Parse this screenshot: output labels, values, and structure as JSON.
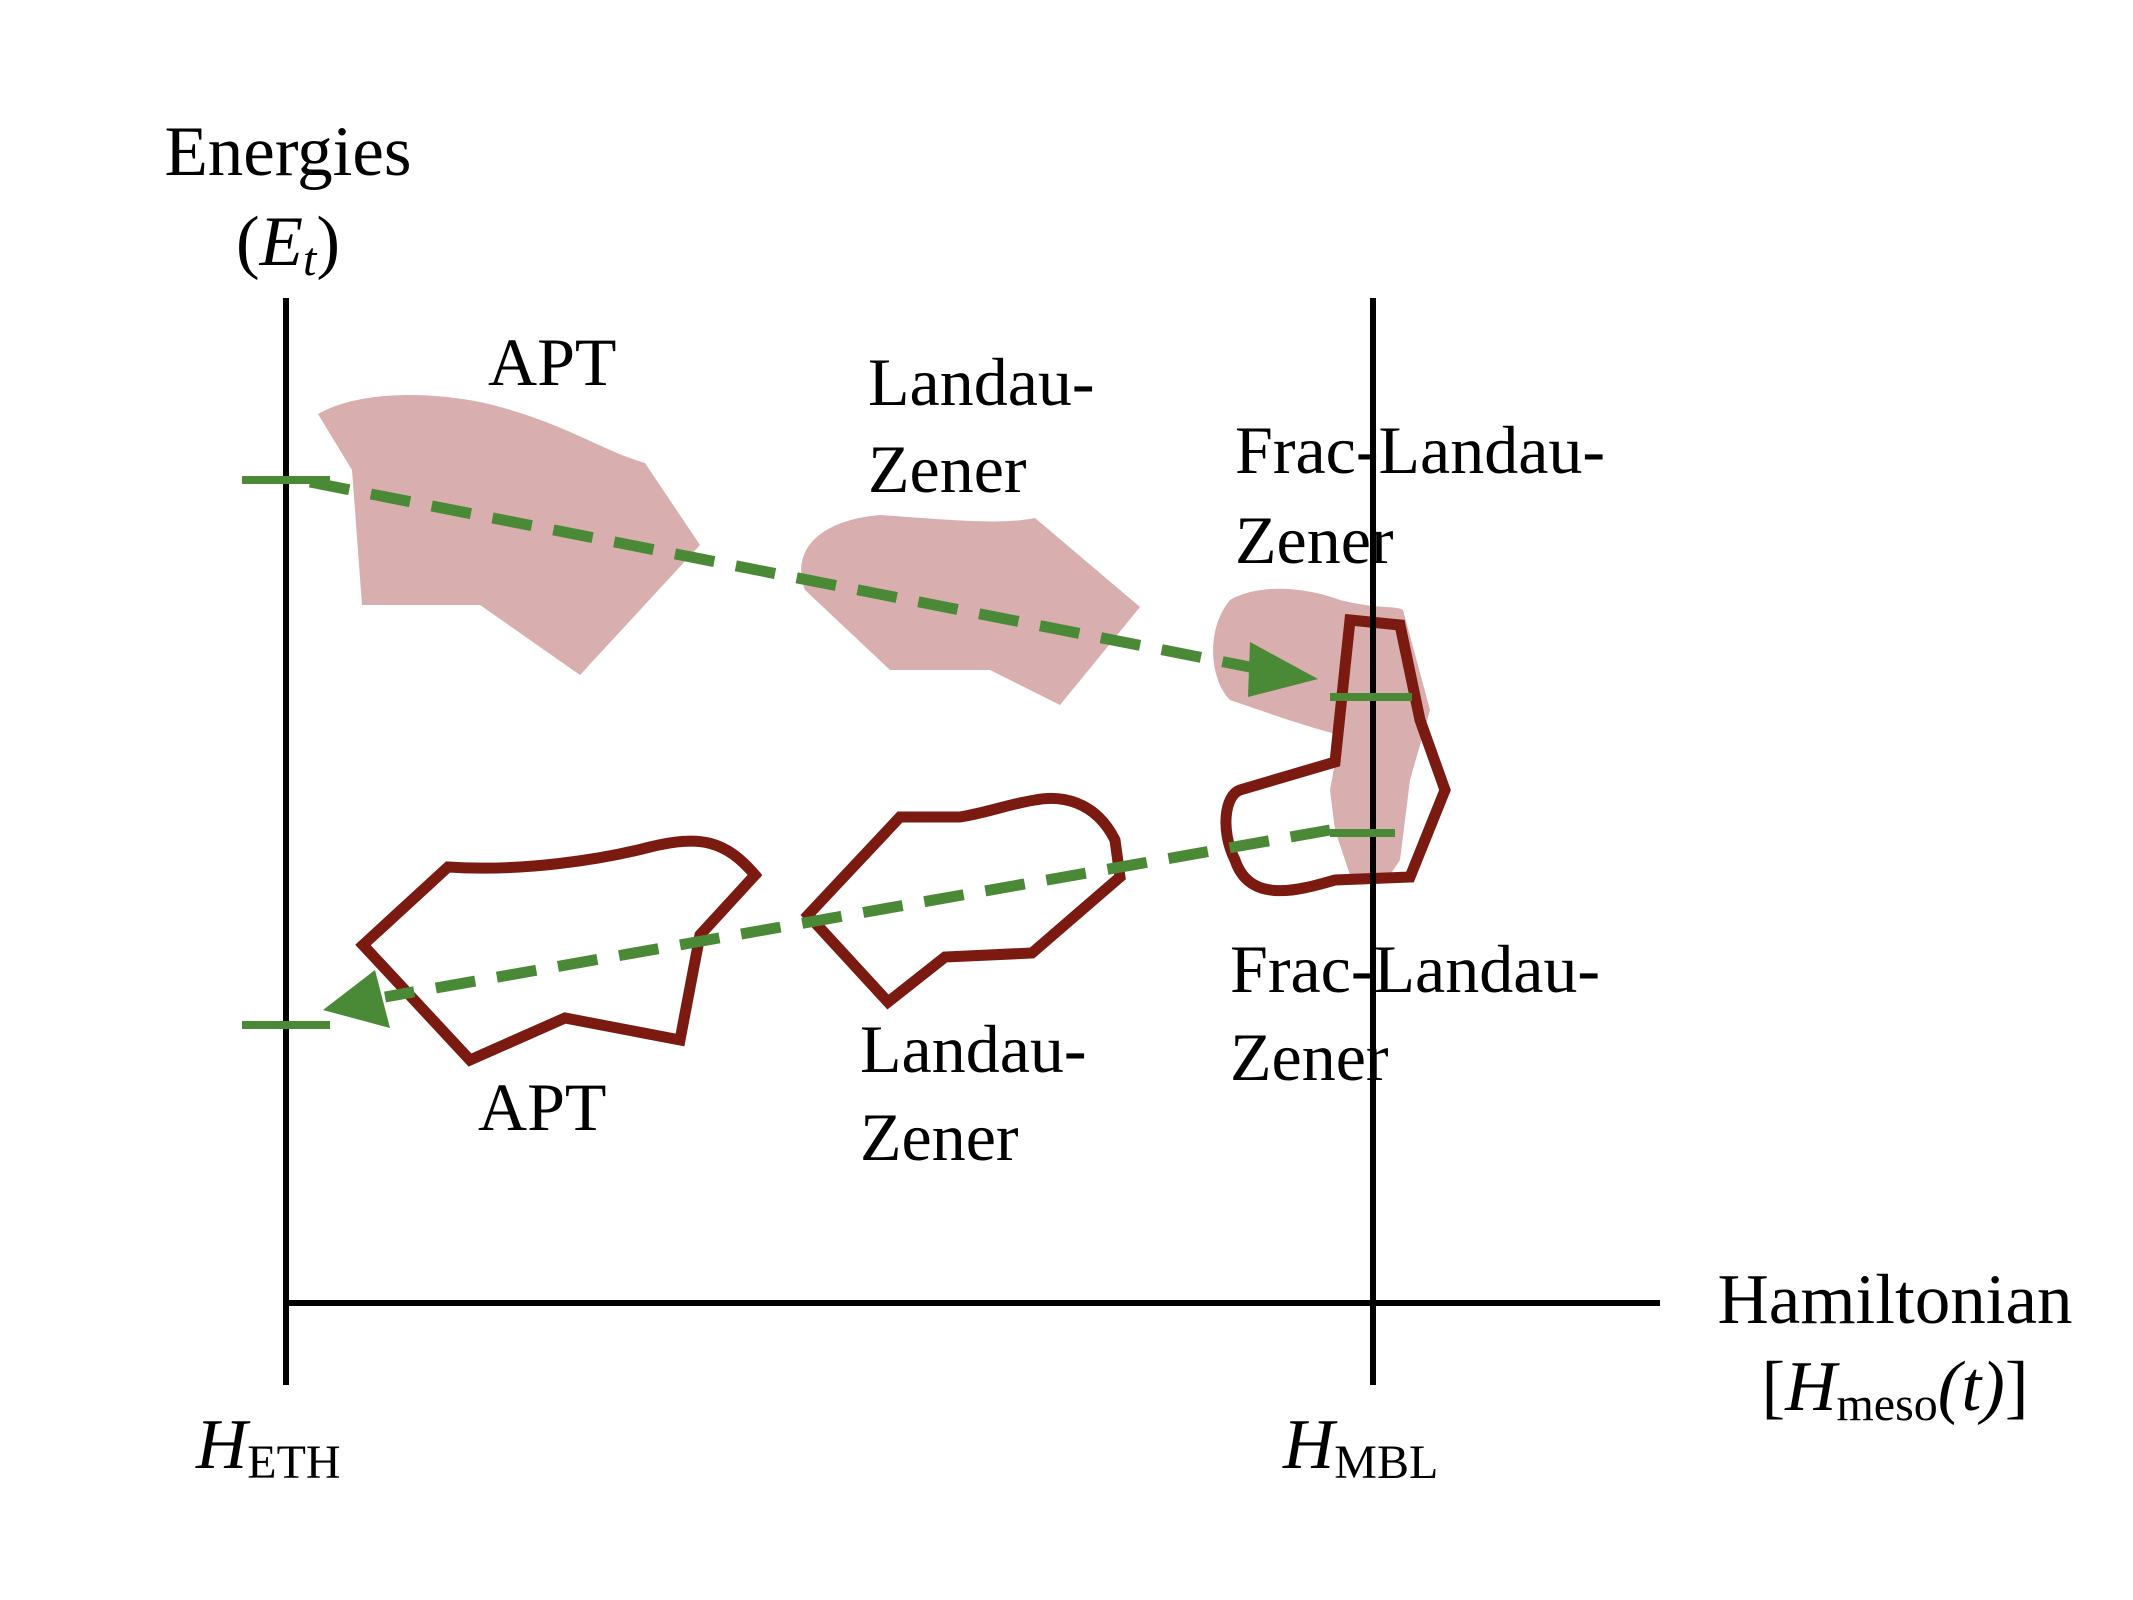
{
  "axes": {
    "y_title_line1": "Energies",
    "y_title_line2_open": "(",
    "y_title_line2_var": "E",
    "y_title_line2_sub": "t",
    "y_title_line2_close": ")",
    "x_title_line1": "Hamiltonian",
    "x_title_line2_open": "[",
    "x_title_line2_var": "H",
    "x_title_line2_sub": "meso",
    "x_title_line2_arg": "(t)",
    "x_title_line2_close": "]"
  },
  "ticks": {
    "left_var": "H",
    "left_sub": "ETH",
    "right_var": "H",
    "right_sub": "MBL"
  },
  "regions": {
    "top": {
      "apt": "APT",
      "lz_line1": "Landau-",
      "lz_line2": "Zener",
      "frac_line1": "Frac-Landau-",
      "frac_line2": "Zener"
    },
    "bottom": {
      "apt": "APT",
      "lz_line1": "Landau-",
      "lz_line2": "Zener",
      "frac_line1": "Frac-Landau-",
      "frac_line2": "Zener"
    }
  },
  "colors": {
    "filled_region": "#d4a5a5",
    "outlined_region": "#7a1a10",
    "arrow_green": "#4a8a36",
    "axis": "#000000"
  }
}
